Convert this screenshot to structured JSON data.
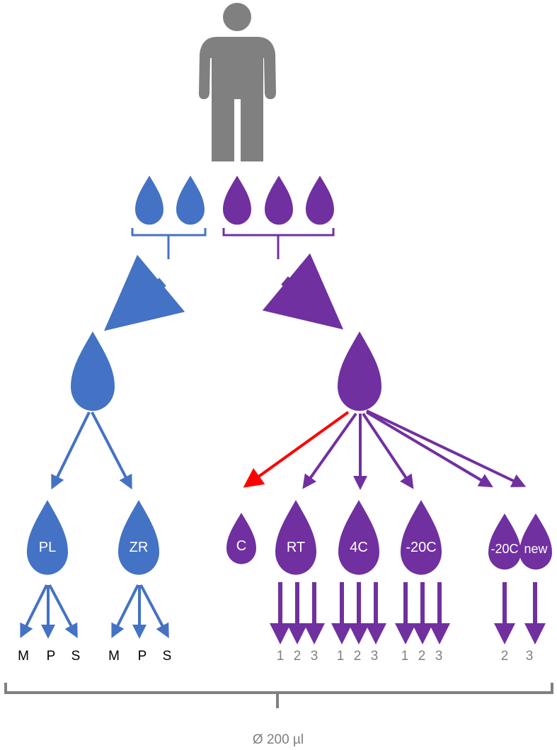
{
  "colors": {
    "blue": "#4472C4",
    "purple": "#7030A0",
    "red": "#FF0000",
    "grey": "#808080",
    "black": "#000000"
  },
  "icons": [
    "person-icon",
    "drop-icon",
    "arrow-icon",
    "bracket-icon"
  ],
  "blue_branch": {
    "samples": [
      {
        "label": "PL",
        "outputs": [
          "M",
          "P",
          "S"
        ]
      },
      {
        "label": "ZR",
        "outputs": [
          "M",
          "P",
          "S"
        ]
      }
    ]
  },
  "purple_branch": {
    "samples": [
      {
        "label": "C",
        "outputs": []
      },
      {
        "label": "RT",
        "outputs": [
          "1",
          "2",
          "3"
        ]
      },
      {
        "label": "4C",
        "outputs": [
          "1",
          "2",
          "3"
        ]
      },
      {
        "label": "-20C",
        "outputs": [
          "1",
          "2",
          "3"
        ]
      },
      {
        "label": "-20C",
        "outputs": [
          "2"
        ]
      },
      {
        "label": "new",
        "outputs": [
          "3"
        ]
      }
    ]
  },
  "footer": {
    "volume": "Ø 200 µl"
  }
}
